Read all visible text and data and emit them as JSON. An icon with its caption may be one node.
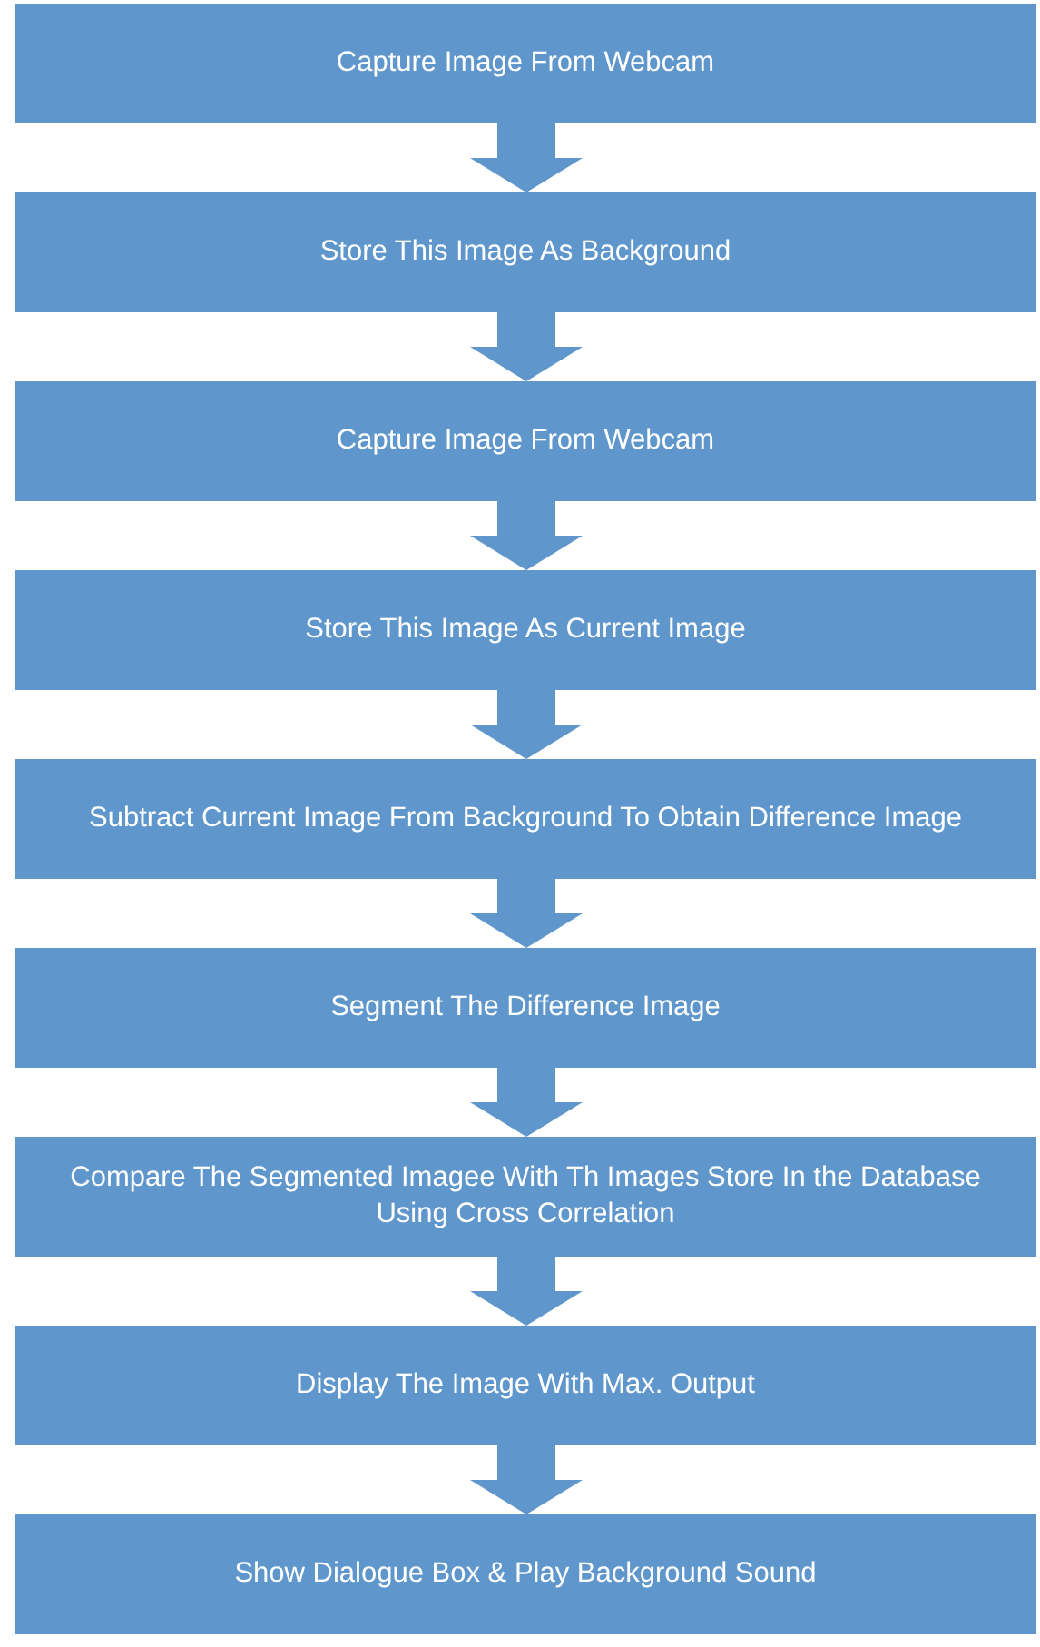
{
  "diagram": {
    "nodes": [
      {
        "text": [
          "Capture Image From Webcam"
        ]
      },
      {
        "text": [
          "Store This Image As Background"
        ]
      },
      {
        "text": [
          "Capture Image From Webcam"
        ]
      },
      {
        "text": [
          "Store This Image As Current Image"
        ]
      },
      {
        "text": [
          "Subtract Current Image From Background To Obtain Difference Image"
        ]
      },
      {
        "text": [
          "Segment The Difference Image"
        ]
      },
      {
        "text": [
          "Compare The Segmented Imagee With Th Images Store In the Database Using Cross Correlation"
        ]
      },
      {
        "text": [
          "Display The Image With Max. Output"
        ]
      },
      {
        "text": [
          "Show Dialogue Box & Play Background Sound"
        ]
      }
    ],
    "edges": [
      {
        "from": 0,
        "to": 1,
        "arrow": "to"
      },
      {
        "from": 1,
        "to": 2,
        "arrow": "to"
      },
      {
        "from": 2,
        "to": 3,
        "arrow": "to"
      },
      {
        "from": 3,
        "to": 4,
        "arrow": "to"
      },
      {
        "from": 4,
        "to": 5,
        "arrow": "to"
      },
      {
        "from": 5,
        "to": 6,
        "arrow": "to"
      },
      {
        "from": 6,
        "to": 7,
        "arrow": "to"
      },
      {
        "from": 7,
        "to": 8,
        "arrow": "to"
      }
    ]
  }
}
